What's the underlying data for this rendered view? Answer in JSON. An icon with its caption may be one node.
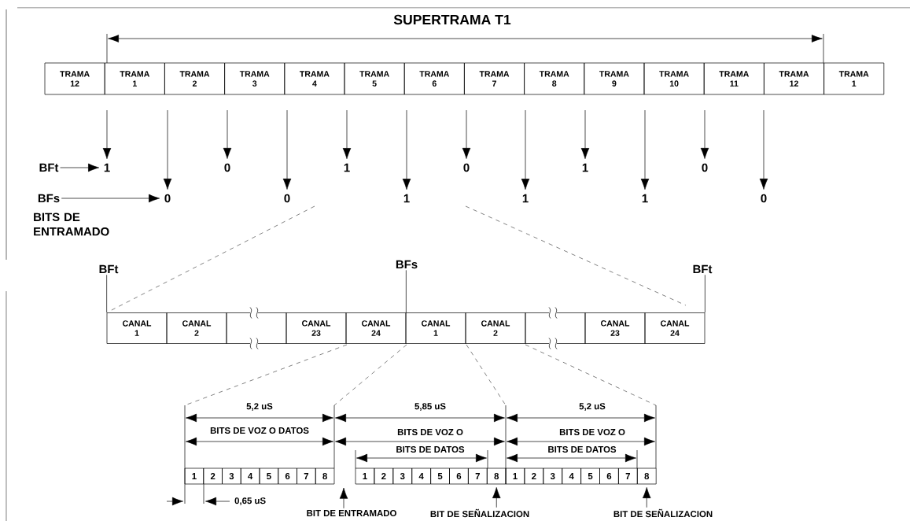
{
  "diagram": {
    "title": "SUPERTRAMA T1",
    "nodes": [
      {
        "text": [
          "TRAMA 12"
        ]
      },
      {
        "text": [
          "TRAMA 1"
        ]
      },
      {
        "text": [
          "TRAMA 2"
        ]
      },
      {
        "text": [
          "TRAMA 3"
        ]
      },
      {
        "text": [
          "TRAMA 4"
        ]
      },
      {
        "text": [
          "TRAMA 5"
        ]
      },
      {
        "text": [
          "TRAMA 6"
        ]
      },
      {
        "text": [
          "TRAMA 7"
        ]
      },
      {
        "text": [
          "TRAMA 8"
        ]
      },
      {
        "text": [
          "TRAMA 9"
        ]
      },
      {
        "text": [
          "TRAMA 10"
        ]
      },
      {
        "text": [
          "TRAMA 11"
        ]
      },
      {
        "text": [
          "TRAMA 12"
        ]
      },
      {
        "text": [
          "TRAMA 1"
        ]
      },
      {
        "text": [
          "BFt"
        ]
      },
      {
        "text": [
          "1"
        ]
      },
      {
        "text": [
          "0"
        ]
      },
      {
        "text": [
          "1"
        ]
      },
      {
        "text": [
          "0"
        ]
      },
      {
        "text": [
          "1"
        ]
      },
      {
        "text": [
          "0"
        ]
      },
      {
        "text": [
          "BFs"
        ]
      },
      {
        "text": [
          "0"
        ]
      },
      {
        "text": [
          "0"
        ]
      },
      {
        "text": [
          "1"
        ]
      },
      {
        "text": [
          "1"
        ]
      },
      {
        "text": [
          "1"
        ]
      },
      {
        "text": [
          "0"
        ]
      },
      {
        "text": [
          "CANAL 1"
        ]
      },
      {
        "text": [
          "CANAL 2"
        ]
      },
      {
        "text": [],
        "shape": "box"
      },
      {
        "text": [
          "CANAL 23"
        ]
      },
      {
        "text": [
          "CANAL 24"
        ]
      },
      {
        "text": [
          "CANAL 1"
        ]
      },
      {
        "text": [
          "CANAL 2"
        ]
      },
      {
        "text": [],
        "shape": "box"
      },
      {
        "text": [
          "CANAL 23"
        ]
      },
      {
        "text": [
          "CANAL 24"
        ]
      },
      {
        "text": [
          "1"
        ]
      },
      {
        "text": [
          "2"
        ]
      },
      {
        "text": [
          "3"
        ]
      },
      {
        "text": [
          "4"
        ]
      },
      {
        "text": [
          "5"
        ]
      },
      {
        "text": [
          "6"
        ]
      },
      {
        "text": [
          "7"
        ]
      },
      {
        "text": [
          "8"
        ]
      },
      {
        "text": [
          "1"
        ]
      },
      {
        "text": [
          "2"
        ]
      },
      {
        "text": [
          "3"
        ]
      },
      {
        "text": [
          "4"
        ]
      },
      {
        "text": [
          "5"
        ]
      },
      {
        "text": [
          "6"
        ]
      },
      {
        "text": [
          "7"
        ]
      },
      {
        "text": [
          "8"
        ]
      },
      {
        "text": [
          "1"
        ]
      },
      {
        "text": [
          "2"
        ]
      },
      {
        "text": [
          "3"
        ]
      },
      {
        "text": [
          "4"
        ]
      },
      {
        "text": [
          "5"
        ]
      },
      {
        "text": [
          "6"
        ]
      },
      {
        "text": [
          "7"
        ]
      },
      {
        "text": [
          "8"
        ]
      },
      {
        "text": [
          "BIT DE ENTRAMADO"
        ]
      },
      {
        "text": [
          "BIT DE SEÑALIZACION"
        ]
      },
      {
        "text": [
          "BIT DE SEÑALIZACION"
        ]
      },
      {
        "text": [
          "BFt"
        ]
      },
      {
        "text": [
          "BFs"
        ]
      },
      {
        "text": [
          "BFt"
        ]
      }
    ],
    "edges": [
      {
        "from": 14,
        "to": 15,
        "arrow": "to"
      },
      {
        "from": 21,
        "to": 22,
        "arrow": "to"
      },
      {
        "from": null,
        "to": 15,
        "arrow": "to"
      },
      {
        "from": null,
        "to": 22,
        "arrow": "to"
      },
      {
        "from": null,
        "to": 16,
        "arrow": "to"
      },
      {
        "from": null,
        "to": 23,
        "arrow": "to"
      },
      {
        "from": null,
        "to": 17,
        "arrow": "to"
      },
      {
        "from": null,
        "to": 24,
        "arrow": "to"
      },
      {
        "from": null,
        "to": 18,
        "arrow": "to"
      },
      {
        "from": null,
        "to": 25,
        "arrow": "to"
      },
      {
        "from": null,
        "to": 19,
        "arrow": "to"
      },
      {
        "from": null,
        "to": 26,
        "arrow": "to"
      },
      {
        "from": null,
        "to": 20,
        "arrow": "to"
      },
      {
        "from": null,
        "to": 27,
        "arrow": "to"
      },
      {
        "from": 62,
        "to": null,
        "arrow": "to"
      },
      {
        "from": 63,
        "to": 53,
        "arrow": "to"
      },
      {
        "from": 64,
        "to": 61,
        "arrow": "to"
      },
      {
        "from": 65,
        "to": 28,
        "arrow": "none"
      },
      {
        "from": 66,
        "to": 32,
        "arrow": "none"
      },
      {
        "from": 67,
        "to": 37,
        "arrow": "none"
      }
    ],
    "labels": [
      "BITS DE ENTRAMADO",
      "5,2 uS",
      "5,85 uS",
      "5,2 uS",
      "BITS DE VOZ O DATOS",
      "BITS DE VOZ O",
      "BITS DE VOZ O",
      "BITS DE DATOS",
      "BITS DE DATOS",
      "0,65 uS"
    ]
  }
}
